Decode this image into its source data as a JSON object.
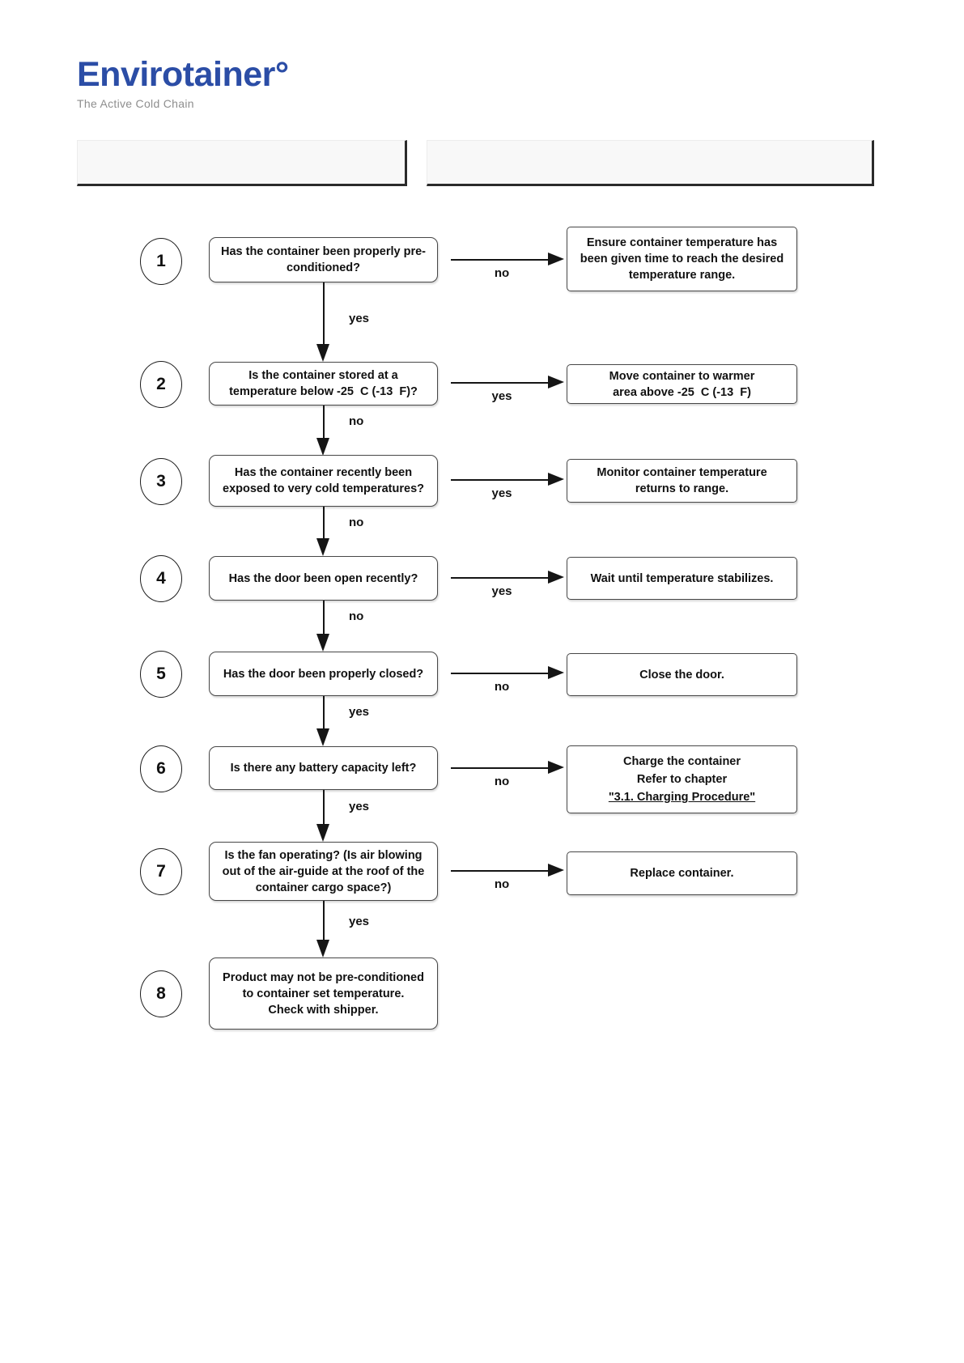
{
  "logo": {
    "brand": "Envirotainer",
    "degree": "°",
    "tagline": "The Active Cold Chain",
    "brand_color": "#2b4da6"
  },
  "header_fields": {
    "left_value": "",
    "right_value": ""
  },
  "flow": {
    "rows": [
      {
        "number": "1",
        "question": "Has the container been properly pre-\nconditioned?",
        "branch_label": "no",
        "action": "Ensure container temperature has\nbeen given time to reach the desired\ntemperature range.",
        "down_label": "yes"
      },
      {
        "number": "2",
        "question": "Is the container stored at a\ntemperature below -25  C (-13  F)?",
        "branch_label": "yes",
        "action": "Move container to warmer\narea above -25  C (-13  F)",
        "down_label": "no"
      },
      {
        "number": "3",
        "question": "Has the container recently been\nexposed to very cold temperatures?",
        "branch_label": "yes",
        "action": "Monitor container temperature\nreturns to range.",
        "down_label": "no"
      },
      {
        "number": "4",
        "question": "Has the door been open recently?",
        "branch_label": "yes",
        "action": "Wait until temperature stabilizes.",
        "down_label": "no"
      },
      {
        "number": "5",
        "question": "Has the door been properly closed?",
        "branch_label": "no",
        "action": "Close the door.",
        "down_label": "yes"
      },
      {
        "number": "6",
        "question": "Is there any battery capacity left?",
        "branch_label": "no",
        "action_lines": [
          "Charge the container",
          "Refer to chapter",
          "\"3.1. Charging Procedure\""
        ],
        "down_label": "yes"
      },
      {
        "number": "7",
        "question": "Is the fan operating? (Is air blowing\nout of the air-guide at the roof of the\ncontainer cargo space?)",
        "branch_label": "no",
        "action": "Replace container.",
        "down_label": "yes"
      },
      {
        "number": "8",
        "question": "Product may not be pre-conditioned\nto container set temperature.\nCheck with shipper."
      }
    ]
  }
}
